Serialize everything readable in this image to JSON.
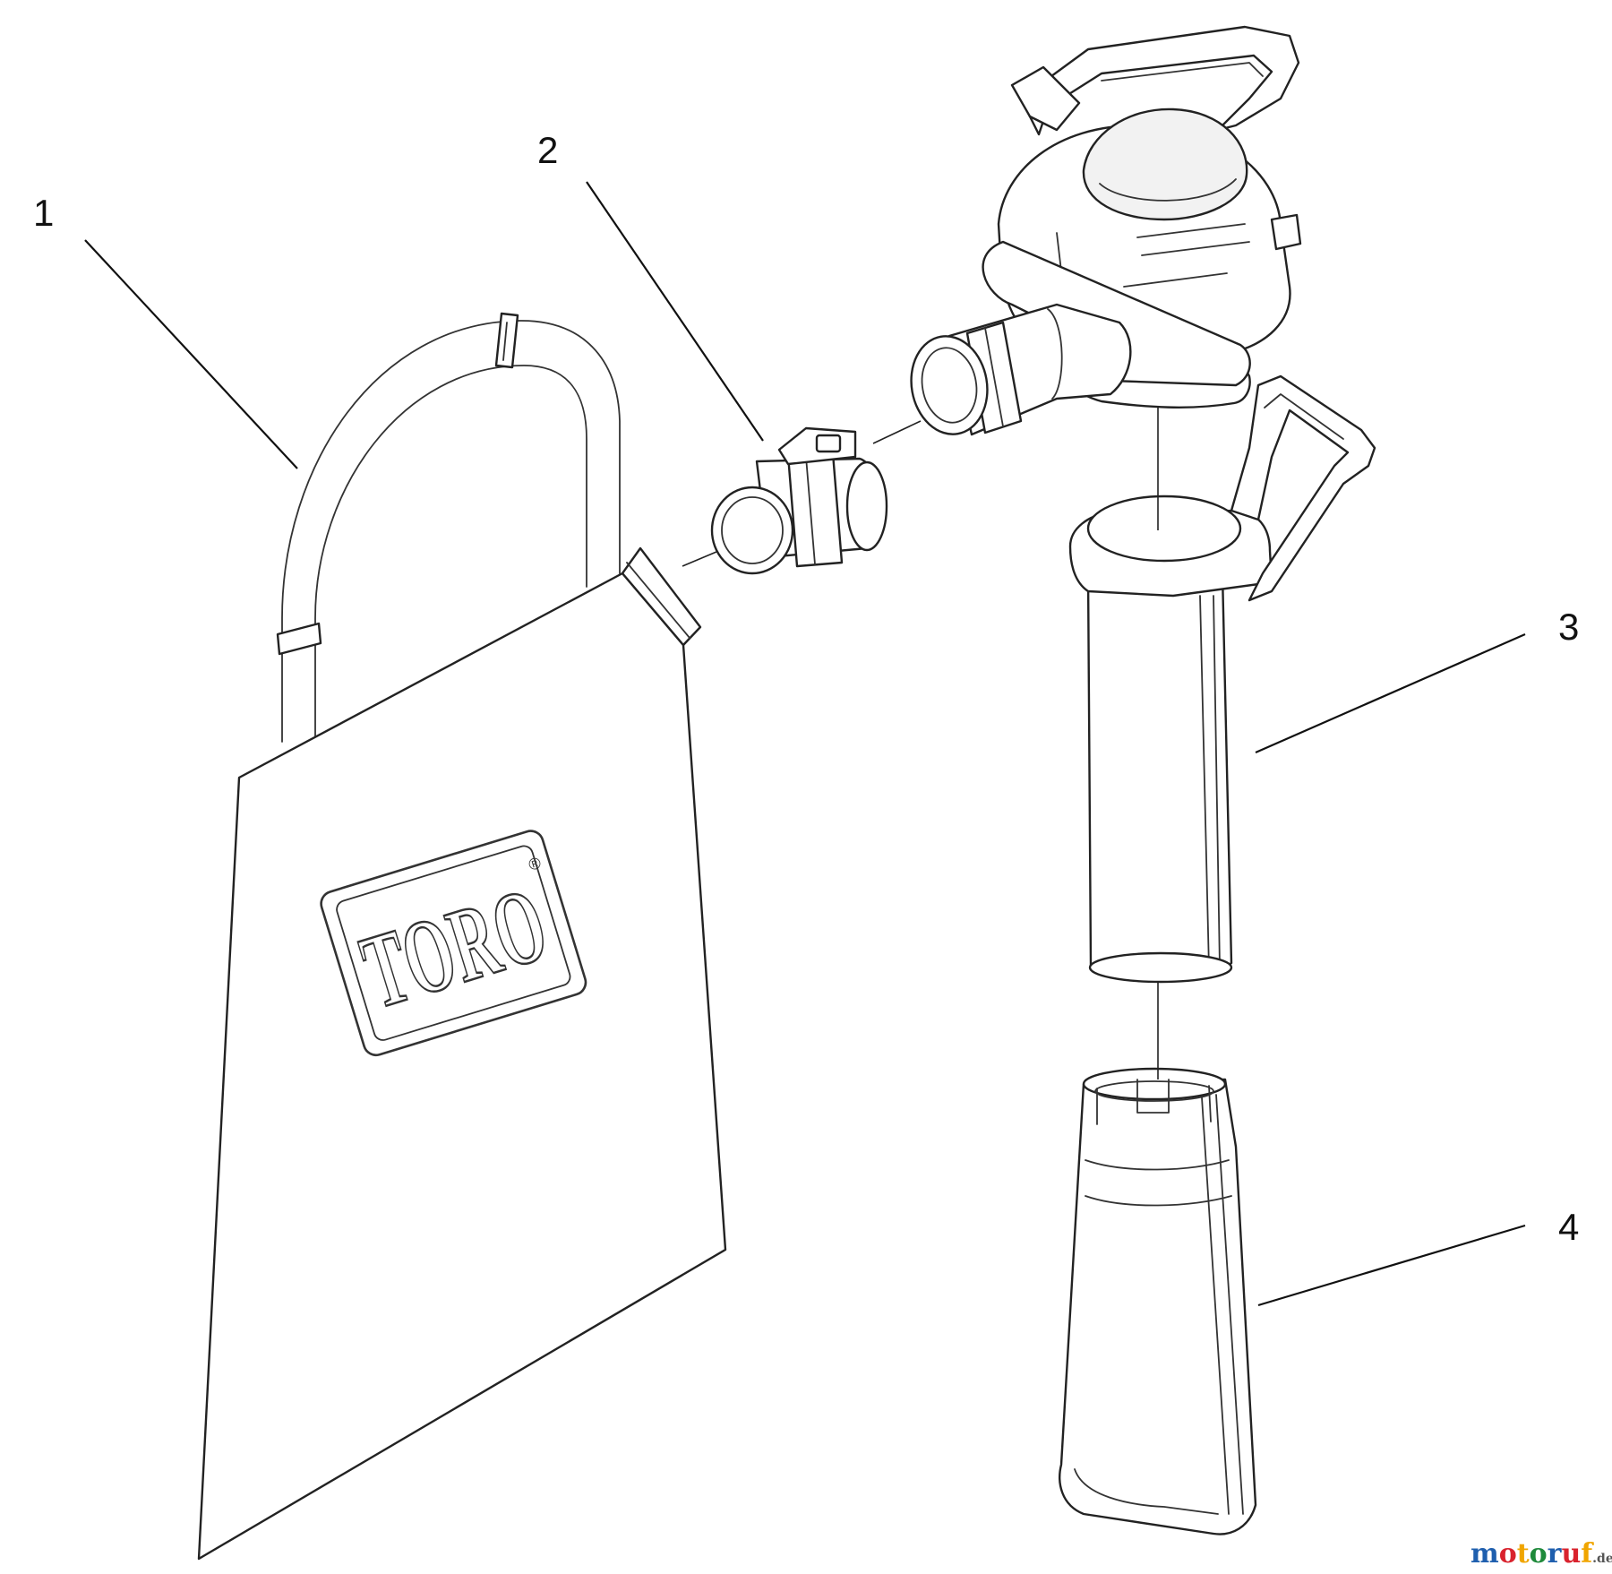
{
  "callouts": [
    {
      "id": "1",
      "label": "1",
      "part": "collection-bag"
    },
    {
      "id": "2",
      "label": "2",
      "part": "adapter"
    },
    {
      "id": "3",
      "label": "3",
      "part": "upper-tube"
    },
    {
      "id": "4",
      "label": "4",
      "part": "lower-nozzle"
    }
  ],
  "bag_logo": {
    "text": "TORO",
    "registered": "®"
  },
  "watermark": {
    "letters": [
      "m",
      "o",
      "t",
      "o",
      "r",
      "u",
      "f"
    ],
    "colors": [
      "#1f5fae",
      "#d9232e",
      "#f0a500",
      "#1f8a3b",
      "#1f5fae",
      "#d9232e",
      "#f0a500"
    ],
    "suffix": ".de"
  }
}
